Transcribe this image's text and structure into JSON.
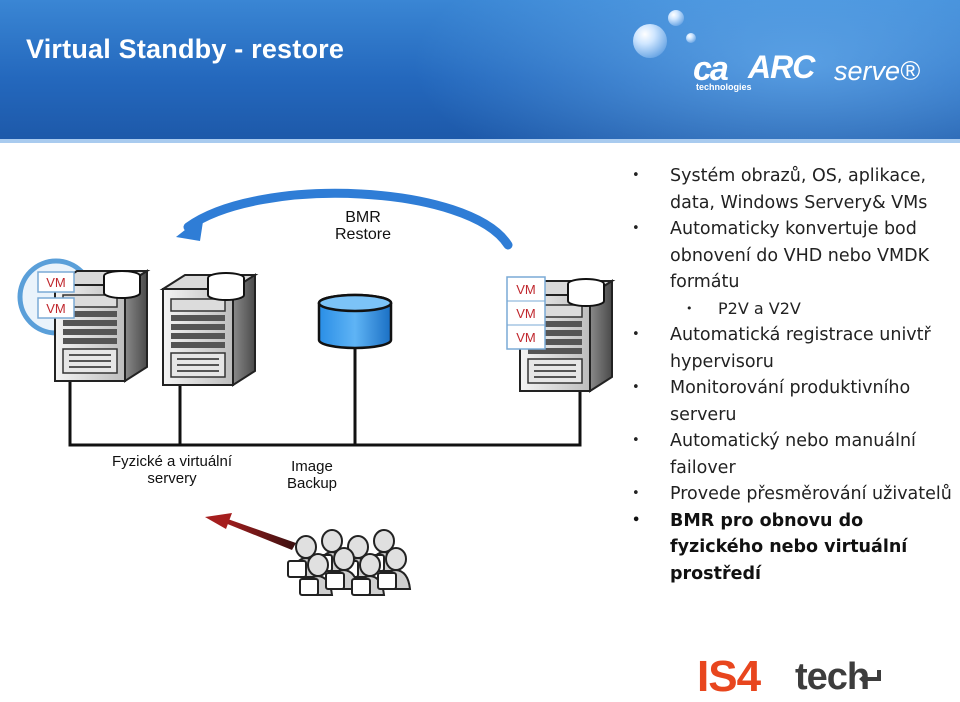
{
  "header": {
    "title": "Virtual Standby - restore",
    "logo_ca": "ca",
    "logo_ca_sub": "technologies",
    "logo_arc": "ARC",
    "logo_serve": "serve®"
  },
  "diagram": {
    "bmr_restore": [
      "BMR",
      "Restore"
    ],
    "physical_virtual_servers": [
      "Fyzické a virtuální",
      "servery"
    ],
    "image_backup": [
      "Image",
      "Backup"
    ],
    "vm_left": [
      "VM",
      "VM"
    ],
    "vm_right": [
      "VM",
      "VM",
      "VM"
    ]
  },
  "bullets": [
    {
      "text": "Systém obrazů, OS, aplikace, data, Windows Servery& VMs",
      "level": 1
    },
    {
      "text": "Automaticky konvertuje bod obnovení do VHD nebo VMDK formátu",
      "level": 1
    },
    {
      "text": "P2V a V2V",
      "level": 2
    },
    {
      "text": "Automatická registrace univtř hypervisoru",
      "level": 1
    },
    {
      "text": "Monitorování produktivního serveru",
      "level": 1
    },
    {
      "text": "Automatický nebo manuální failover",
      "level": 1
    },
    {
      "text": "Provede přesměrování uživatelů",
      "level": 1
    },
    {
      "text": "BMR pro obnovu do fyzického nebo virtuální prostředí",
      "level": 1,
      "bold": true
    }
  ],
  "footer_logo": {
    "part1": "IS4",
    "part2": "tech"
  },
  "colors": {
    "header_blue": "#2468bd",
    "vm_red": "#c0272d",
    "arrow_blue": "#2f7dd6",
    "arrow_red": "#9a1c1c",
    "logo_orange": "#e8461e"
  }
}
